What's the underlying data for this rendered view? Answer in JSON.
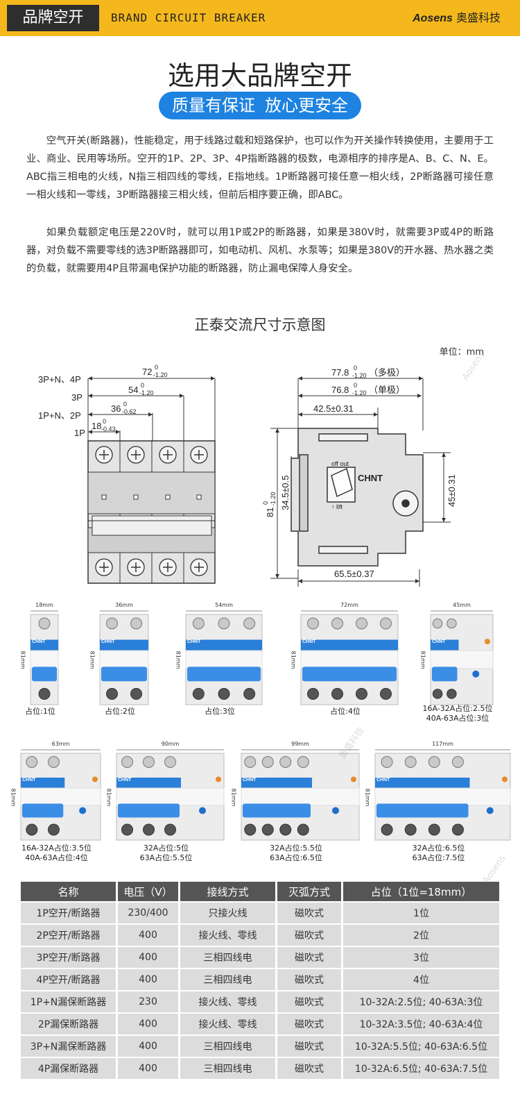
{
  "header": {
    "tag": "品牌空开",
    "english": "BRAND CIRCUIT BREAKER",
    "brand_en": "Aosens",
    "brand_cn": "奥盛科技"
  },
  "title": "选用大品牌空开",
  "pill": {
    "left": "质量有保证",
    "right": "放心更安全"
  },
  "paragraphs": [
    "空气开关(断路器)，性能稳定，用于线路过载和短路保护，也可以作为开关操作转换使用，主要用于工业、商业、民用等场所。空开的1P、2P、3P、4P指断路器的极数，电源相序的排序是A、B、C、N、E。ABC指三相电的火线，N指三相四线的零线，E指地线。1P断路器可接任意一相火线，2P断路器可接任意一相火线和一零线，3P断路器接三相火线，但前后相序要正确，即ABC。",
    "如果负载额定电压是220V时，就可以用1P或2P的断路器，如果是380V时，就需要3P或4P的断路器，对负载不需要零线的选3P断路器即可，如电动机、风机、水泵等；如果是380V的开水器、热水器之类的负载，就需要用4P且带漏电保护功能的断路器，防止漏电保障人身安全。"
  ],
  "diagram": {
    "title": "正泰交流尺寸示意图",
    "unit": "单位：mm",
    "front_labels": {
      "l4": "3P+N、4P",
      "l3": "3P",
      "l2": "1P+N、2P",
      "l1": "1P"
    },
    "front_dims": {
      "d72": "72",
      "d72_tol_up": "0",
      "d72_tol_dn": "-1.20",
      "d54": "54",
      "d54_tol_up": "0",
      "d54_tol_dn": "-1.20",
      "d36": "36",
      "d36_tol_up": "0",
      "d36_tol_dn": "-0.62",
      "d18": "18",
      "d18_tol_up": "0",
      "d18_tol_dn": "-0.43"
    },
    "side_dims": {
      "d778": "77.8",
      "d778_tol_up": "0",
      "d778_tol_dn": "-1.20",
      "d778_note": "（多极）",
      "d768": "76.8",
      "d768_tol_up": "0",
      "d768_tol_dn": "-1.20",
      "d768_note": "（单极）",
      "d425": "42.5±0.31",
      "d81": "81",
      "d81_tol_up": "0",
      "d81_tol_dn": "-1.20",
      "d345": "34.5±0.5",
      "d45": "45±0.31",
      "d655": "65.5±0.37",
      "logo": "CHNT",
      "switch_top": "off out",
      "switch_bot": "↑ lift"
    }
  },
  "photos_row1": [
    {
      "width": "18mm",
      "height": "81mm",
      "caption": "占位:1位"
    },
    {
      "width": "36mm",
      "height": "81mm",
      "caption": "占位:2位"
    },
    {
      "width": "54mm",
      "height": "81mm",
      "caption": "占位:3位"
    },
    {
      "width": "72mm",
      "height": "81mm",
      "caption": "占位:4位"
    },
    {
      "width": "45mm",
      "height": "81mm",
      "caption": "16A-32A占位:2.5位",
      "caption2": "40A-63A占位:3位"
    }
  ],
  "photos_row2": [
    {
      "width": "63mm",
      "height": "81mm",
      "caption": "16A-32A占位:3.5位",
      "caption2": "40A-63A占位:4位"
    },
    {
      "width": "90mm",
      "height": "81mm",
      "caption": "32A占位:5位",
      "caption2": "63A占位:5.5位"
    },
    {
      "width": "99mm",
      "height": "81mm",
      "caption": "32A占位:5.5位",
      "caption2": "63A占位:6.5位"
    },
    {
      "width": "117mm",
      "height": "81mm",
      "caption": "32A占位:6.5位",
      "caption2": "63A占位:7.5位"
    }
  ],
  "photo_brand": "CHNT",
  "table": {
    "headers": [
      "名称",
      "电压（V）",
      "接线方式",
      "灭弧方式",
      "占位（1位=18mm）"
    ],
    "rows": [
      [
        "1P空开/断路器",
        "230/400",
        "只接火线",
        "磁吹式",
        "1位"
      ],
      [
        "2P空开/断路器",
        "400",
        "接火线、零线",
        "磁吹式",
        "2位"
      ],
      [
        "3P空开/断路器",
        "400",
        "三相四线电",
        "磁吹式",
        "3位"
      ],
      [
        "4P空开/断路器",
        "400",
        "三相四线电",
        "磁吹式",
        "4位"
      ],
      [
        "1P+N漏保断路器",
        "230",
        "接火线、零线",
        "磁吹式",
        "10-32A:2.5位; 40-63A:3位"
      ],
      [
        "2P漏保断路器",
        "400",
        "接火线、零线",
        "磁吹式",
        "10-32A:3.5位; 40-63A:4位"
      ],
      [
        "3P+N漏保断路器",
        "400",
        "三相四线电",
        "磁吹式",
        "10-32A:5.5位; 40-63A:6.5位"
      ],
      [
        "4P漏保断路器",
        "400",
        "三相四线电",
        "磁吹式",
        "10-32A:6.5位; 40-63A:7.5位"
      ]
    ]
  },
  "watermarks": {
    "en": "Aosens",
    "cn": "奥盛科技"
  },
  "colors": {
    "header": "#f5b81c",
    "pill": "#1e82e0",
    "breaker_blue": "#2a7fd8",
    "table_head": "#555555",
    "table_cell": "#dcdcdc"
  }
}
